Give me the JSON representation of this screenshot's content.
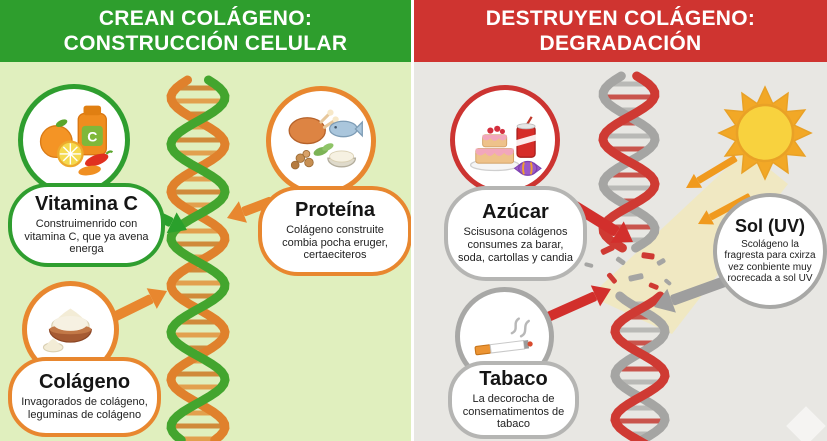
{
  "left_panel": {
    "header_line1": "CREAN COLÁGENO:",
    "header_line2": "CONSTRUCCIÓN CELULAR",
    "vitamin_bottle_letter": "C",
    "items": [
      {
        "title": "Vitamina C",
        "description": "Construimenrido con vitamina C, que ya avena energa",
        "icon": "vitamin-c-foods-icon"
      },
      {
        "title": "Proteína",
        "description": "Colágeno construite combia pocha eruger, certaeciteros",
        "icon": "protein-foods-icon"
      },
      {
        "title": "Colágeno",
        "description": "Invagorados de colágeno, leguminas de colágeno",
        "icon": "collagen-powder-bowl-icon"
      }
    ]
  },
  "right_panel": {
    "header_line1": "DESTRUYEN COLÁGENO:",
    "header_line2": "DEGRADACIÓN",
    "items": [
      {
        "title": "Azúcar",
        "description": "Scisusona colágenos consumes za barar, soda, cartollas y candia",
        "icon": "cake-soda-candy-icon"
      },
      {
        "title": "Sol (UV)",
        "description": "Scolágeno la fragresta para cxirza vez conbiente muy rocrecada a sol UV",
        "icon": "sun-icon"
      },
      {
        "title": "Tabaco",
        "description": "La decorocha de consematimentos de tabaco",
        "icon": "cigarette-icon"
      }
    ]
  },
  "colors": {
    "left_header_bg": "#2e9e2d",
    "right_header_bg": "#cf3430",
    "left_bg": "#e0efbe",
    "right_bg": "#e8e7e3",
    "green_accent": "#2aa02c",
    "orange_accent": "#e8872f",
    "red_accent": "#d22f2c",
    "gray_accent": "#9e9e9e",
    "dna_left_strand_green": "#43a52e",
    "dna_left_strand_orange": "#e0812c",
    "dna_left_rung1": "#e2a04e",
    "dna_left_rung2": "#d08a3a",
    "dna_right_strand_red": "#cf3a33",
    "dna_right_strand_gray": "#a5a5a3",
    "dna_right_rung1": "#c9544c",
    "dna_right_rung2": "#b9b9b6",
    "sun_ray": "#f2a826",
    "sun_disc": "#f8d23e",
    "sun_stroke": "#e9a126",
    "sun_beam": "#f6e9a8",
    "sun_arrow_orange": "#f09a1e"
  }
}
